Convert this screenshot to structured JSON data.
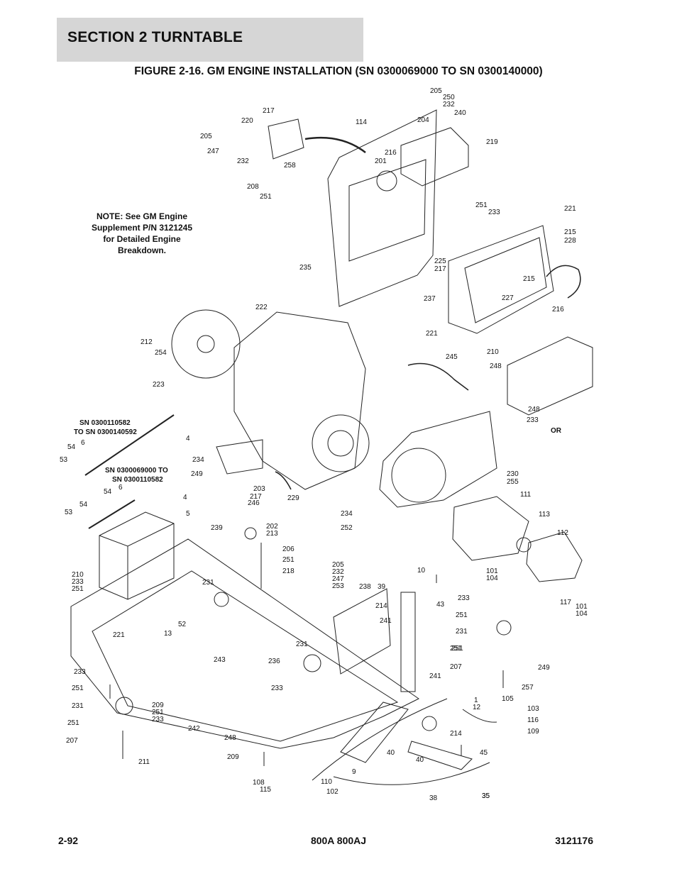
{
  "header": {
    "section_label": "SECTION 2   TURNTABLE"
  },
  "figure": {
    "title": "FIGURE 2-16. GM ENGINE INSTALLATION (SN 0300069000 TO SN 0300140000)"
  },
  "note": {
    "lines": [
      "NOTE:  See GM Engine",
      "Supplement P/N 3121245",
      "for Detailed Engine",
      "Breakdown."
    ]
  },
  "serial_labels": {
    "sn_a_1": "SN 0300110582",
    "sn_a_2": "TO SN 0300140592",
    "sn_b_1": "SN 0300069000 TO",
    "sn_b_2": "SN 0300110582",
    "or": "OR"
  },
  "callouts": [
    "205",
    "250",
    "232",
    "240",
    "217",
    "220",
    "205",
    "247",
    "232",
    "258",
    "208",
    "251",
    "114",
    "204",
    "216",
    "201",
    "219",
    "251",
    "233",
    "221",
    "215",
    "228",
    "225",
    "217",
    "215",
    "227",
    "216",
    "235",
    "237",
    "221",
    "222",
    "212",
    "254",
    "223",
    "245",
    "210",
    "248",
    "248",
    "233",
    "4",
    "6",
    "54",
    "53",
    "6",
    "54",
    "4",
    "5",
    "53",
    "54",
    "234",
    "249",
    "203",
    "217",
    "246",
    "229",
    "230",
    "255",
    "111",
    "113",
    "112",
    "202",
    "213",
    "239",
    "206",
    "251",
    "218",
    "234",
    "252",
    "210",
    "233",
    "251",
    "205",
    "232",
    "247",
    "253",
    "238",
    "39",
    "10",
    "43",
    "101",
    "104",
    "117",
    "101",
    "104",
    "231",
    "52",
    "13",
    "214",
    "241",
    "233",
    "251",
    "231",
    "221",
    "243",
    "236",
    "231",
    "233",
    "251",
    "249",
    "251",
    "207",
    "257",
    "241",
    "233",
    "251",
    "231",
    "251",
    "207",
    "211",
    "209",
    "251",
    "233",
    "242",
    "248",
    "209",
    "108",
    "115",
    "110",
    "102",
    "9",
    "40",
    "40",
    "45",
    "35",
    "214",
    "1",
    "12",
    "105",
    "103",
    "116",
    "109",
    "38",
    "35"
  ],
  "footer": {
    "page": "2-92",
    "model": "800A 800AJ",
    "doc_number": "3121176"
  }
}
